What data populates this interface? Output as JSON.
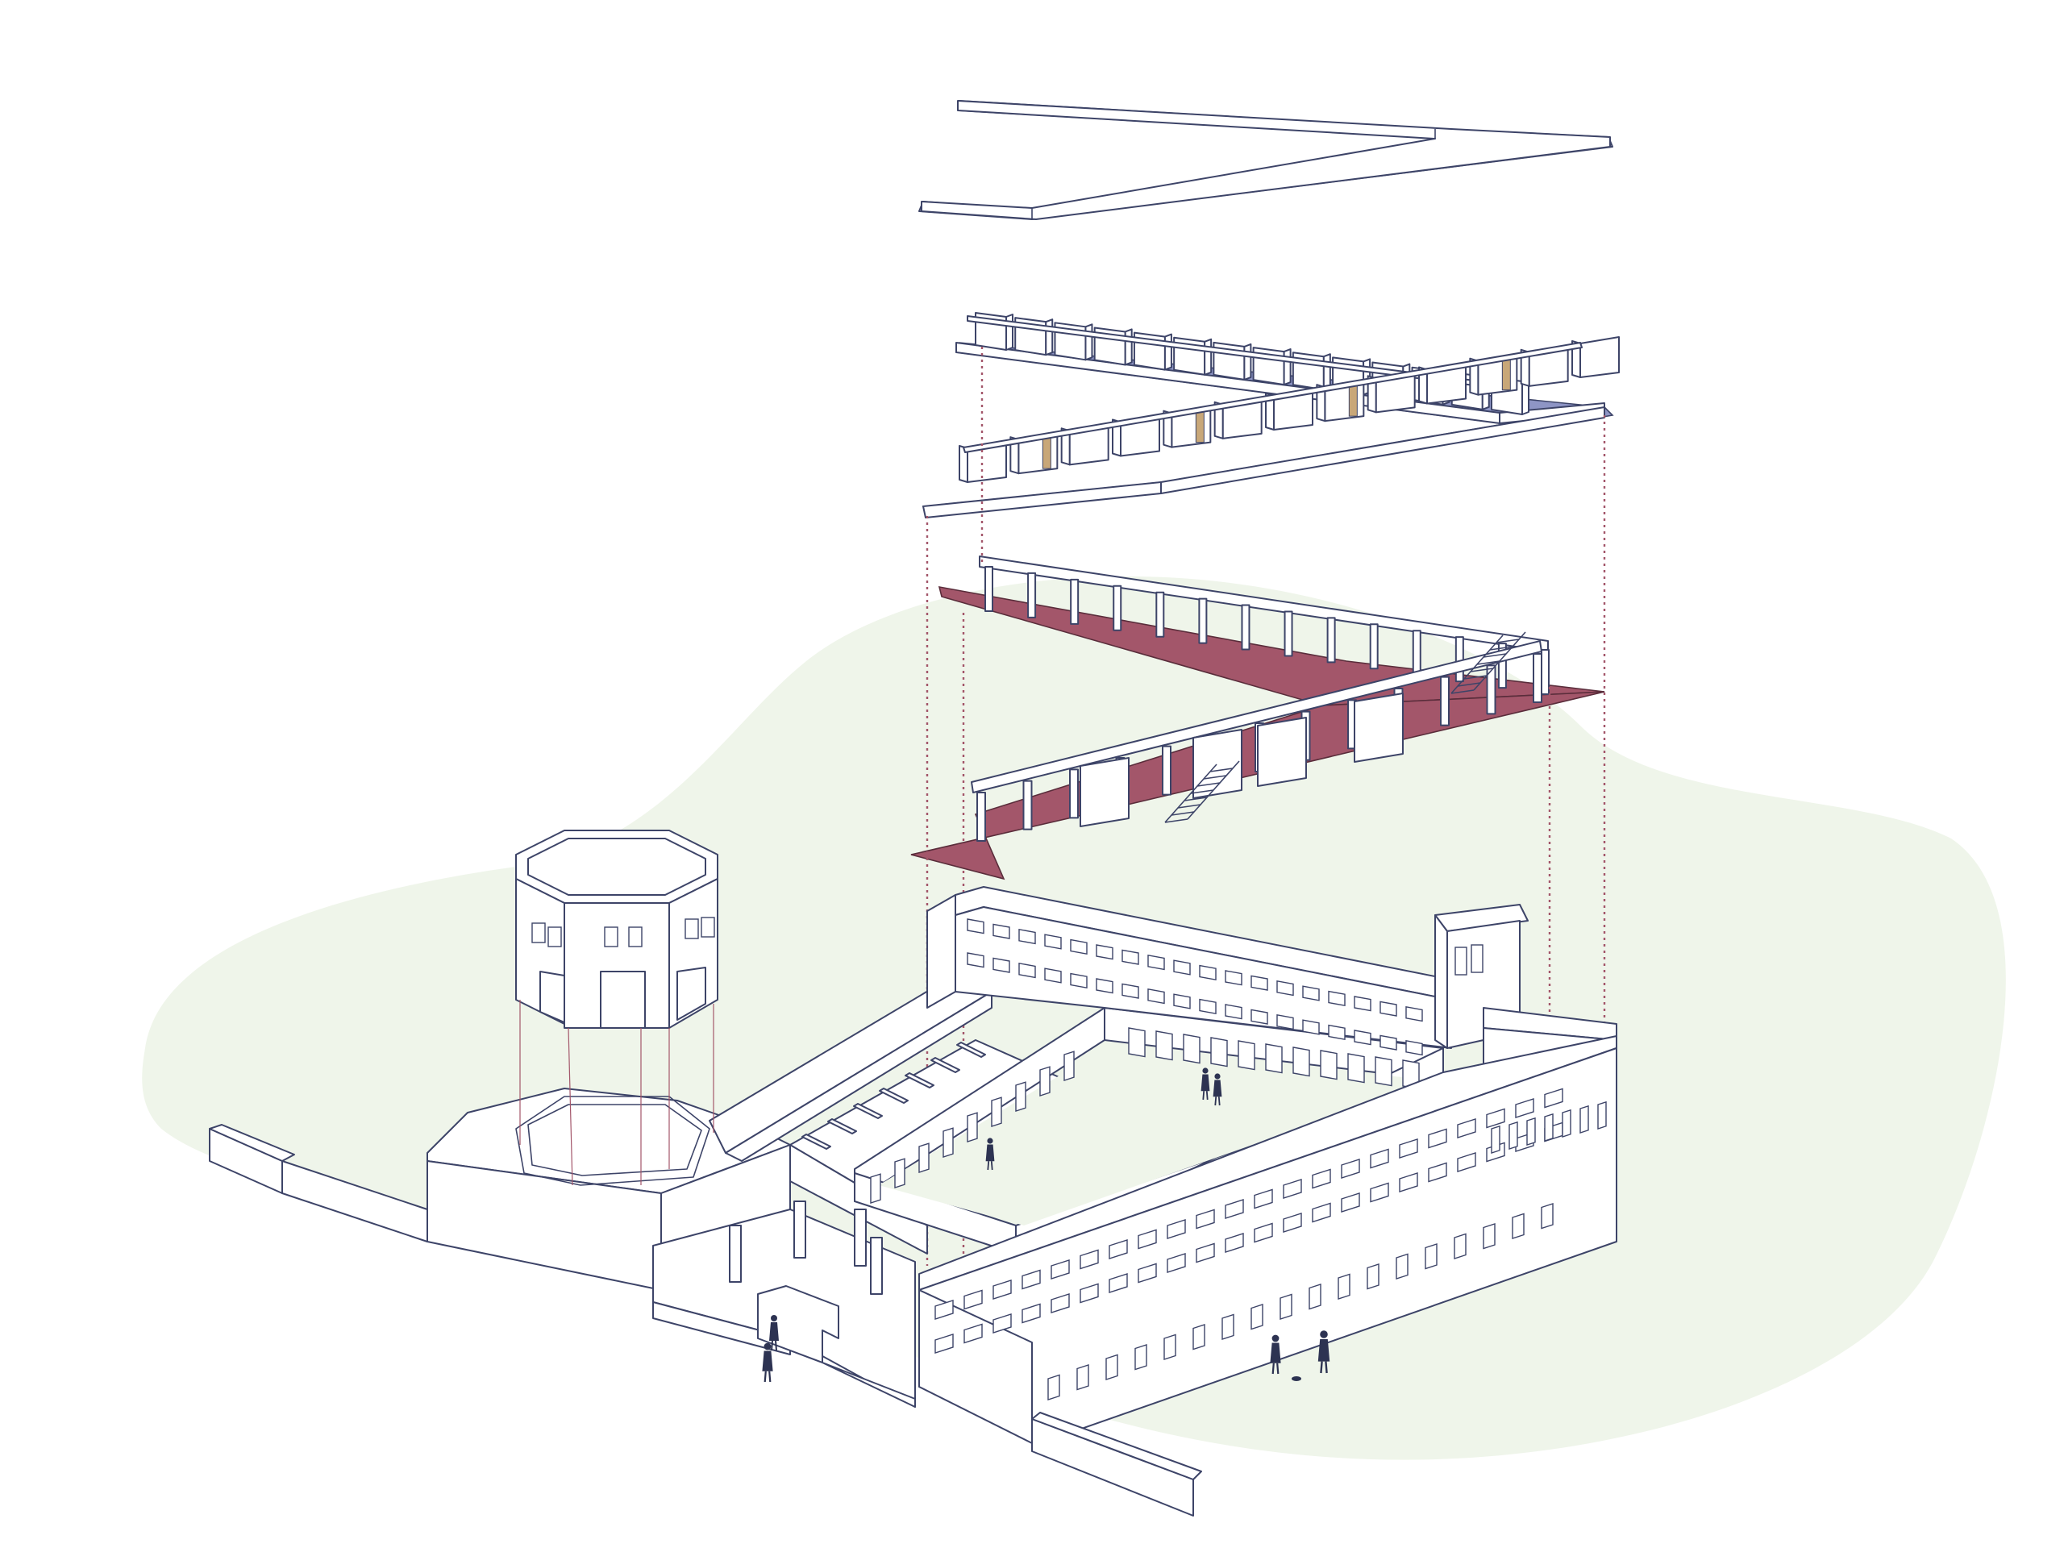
{
  "colors": {
    "background": "#ffffff",
    "line": "#3d4468",
    "ground_blob": "#eff5ea",
    "upper_floor": "#8e95c5",
    "lower_floor": "#a3566a",
    "connector": "#a3566a",
    "tower_shade": "#8b8c94",
    "person": "#2d3352",
    "wood_panel": "#c8a778"
  },
  "layers": [
    {
      "name": "roof-slab"
    },
    {
      "name": "upper-floor-rooms"
    },
    {
      "name": "lower-floor-colonnade"
    },
    {
      "name": "base-building-courtyard"
    },
    {
      "name": "octagonal-tower"
    }
  ]
}
